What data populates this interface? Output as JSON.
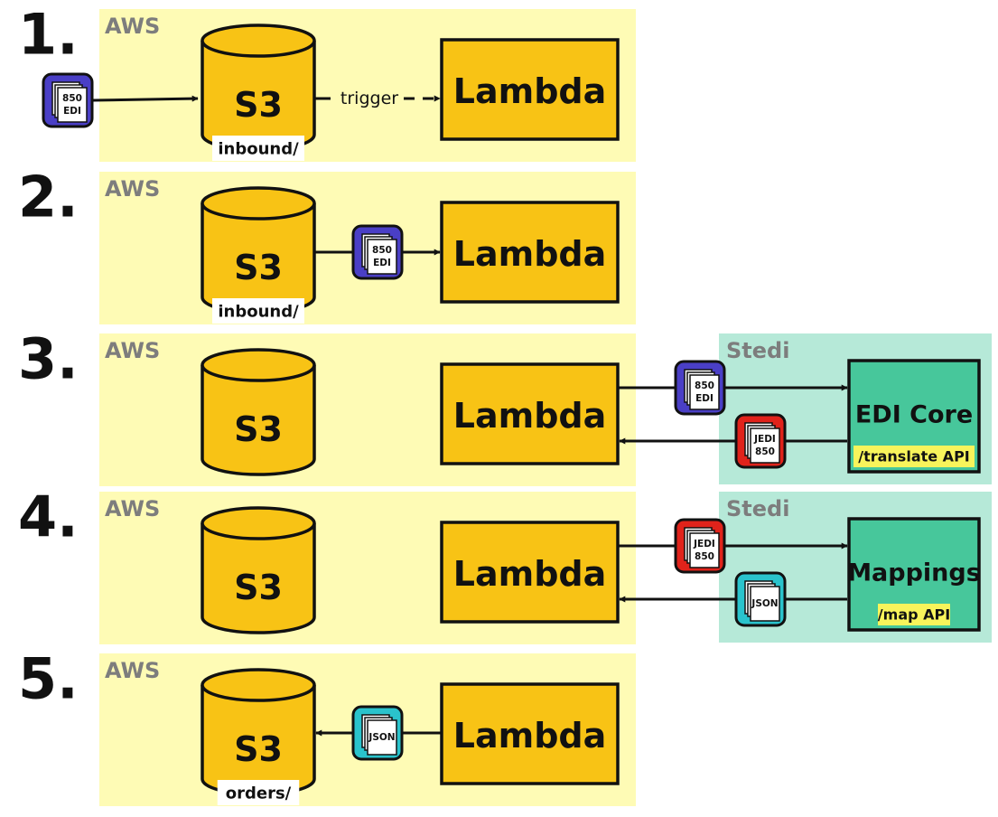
{
  "colors": {
    "aws_region": "#fefbb5",
    "stedi_region": "#b6e9d8",
    "lambda_fill": "#f8c315",
    "s3_fill": "#f8c315",
    "stedi_box_fill": "#47c79b",
    "edi_doc": "#4a3fc6",
    "jedi_doc": "#e0231b",
    "json_doc": "#2ac3cc",
    "api_highlight": "#f8f45b"
  },
  "steps": [
    {
      "number": "1.",
      "aws_label": "AWS",
      "s3": {
        "label": "S3",
        "path": "inbound/"
      },
      "lambda_label": "Lambda",
      "trigger_label": "trigger",
      "input_doc": {
        "lines": [
          "850",
          "EDI"
        ],
        "type": "edi"
      }
    },
    {
      "number": "2.",
      "aws_label": "AWS",
      "s3": {
        "label": "S3",
        "path": "inbound/"
      },
      "lambda_label": "Lambda",
      "doc": {
        "lines": [
          "850",
          "EDI"
        ],
        "type": "edi"
      }
    },
    {
      "number": "3.",
      "aws_label": "AWS",
      "s3": {
        "label": "S3"
      },
      "lambda_label": "Lambda",
      "stedi_label": "Stedi",
      "service": {
        "label": "EDI Core",
        "api": "/translate API"
      },
      "out_doc": {
        "lines": [
          "850",
          "EDI"
        ],
        "type": "edi"
      },
      "in_doc": {
        "lines": [
          "JEDI",
          "850"
        ],
        "type": "jedi"
      }
    },
    {
      "number": "4.",
      "aws_label": "AWS",
      "s3": {
        "label": "S3"
      },
      "lambda_label": "Lambda",
      "stedi_label": "Stedi",
      "service": {
        "label": "Mappings",
        "api": "/map API"
      },
      "out_doc": {
        "lines": [
          "JEDI",
          "850"
        ],
        "type": "jedi"
      },
      "in_doc": {
        "lines": [
          "JSON"
        ],
        "type": "json"
      }
    },
    {
      "number": "5.",
      "aws_label": "AWS",
      "s3": {
        "label": "S3",
        "path": "orders/"
      },
      "lambda_label": "Lambda",
      "doc": {
        "lines": [
          "JSON"
        ],
        "type": "json"
      }
    }
  ]
}
